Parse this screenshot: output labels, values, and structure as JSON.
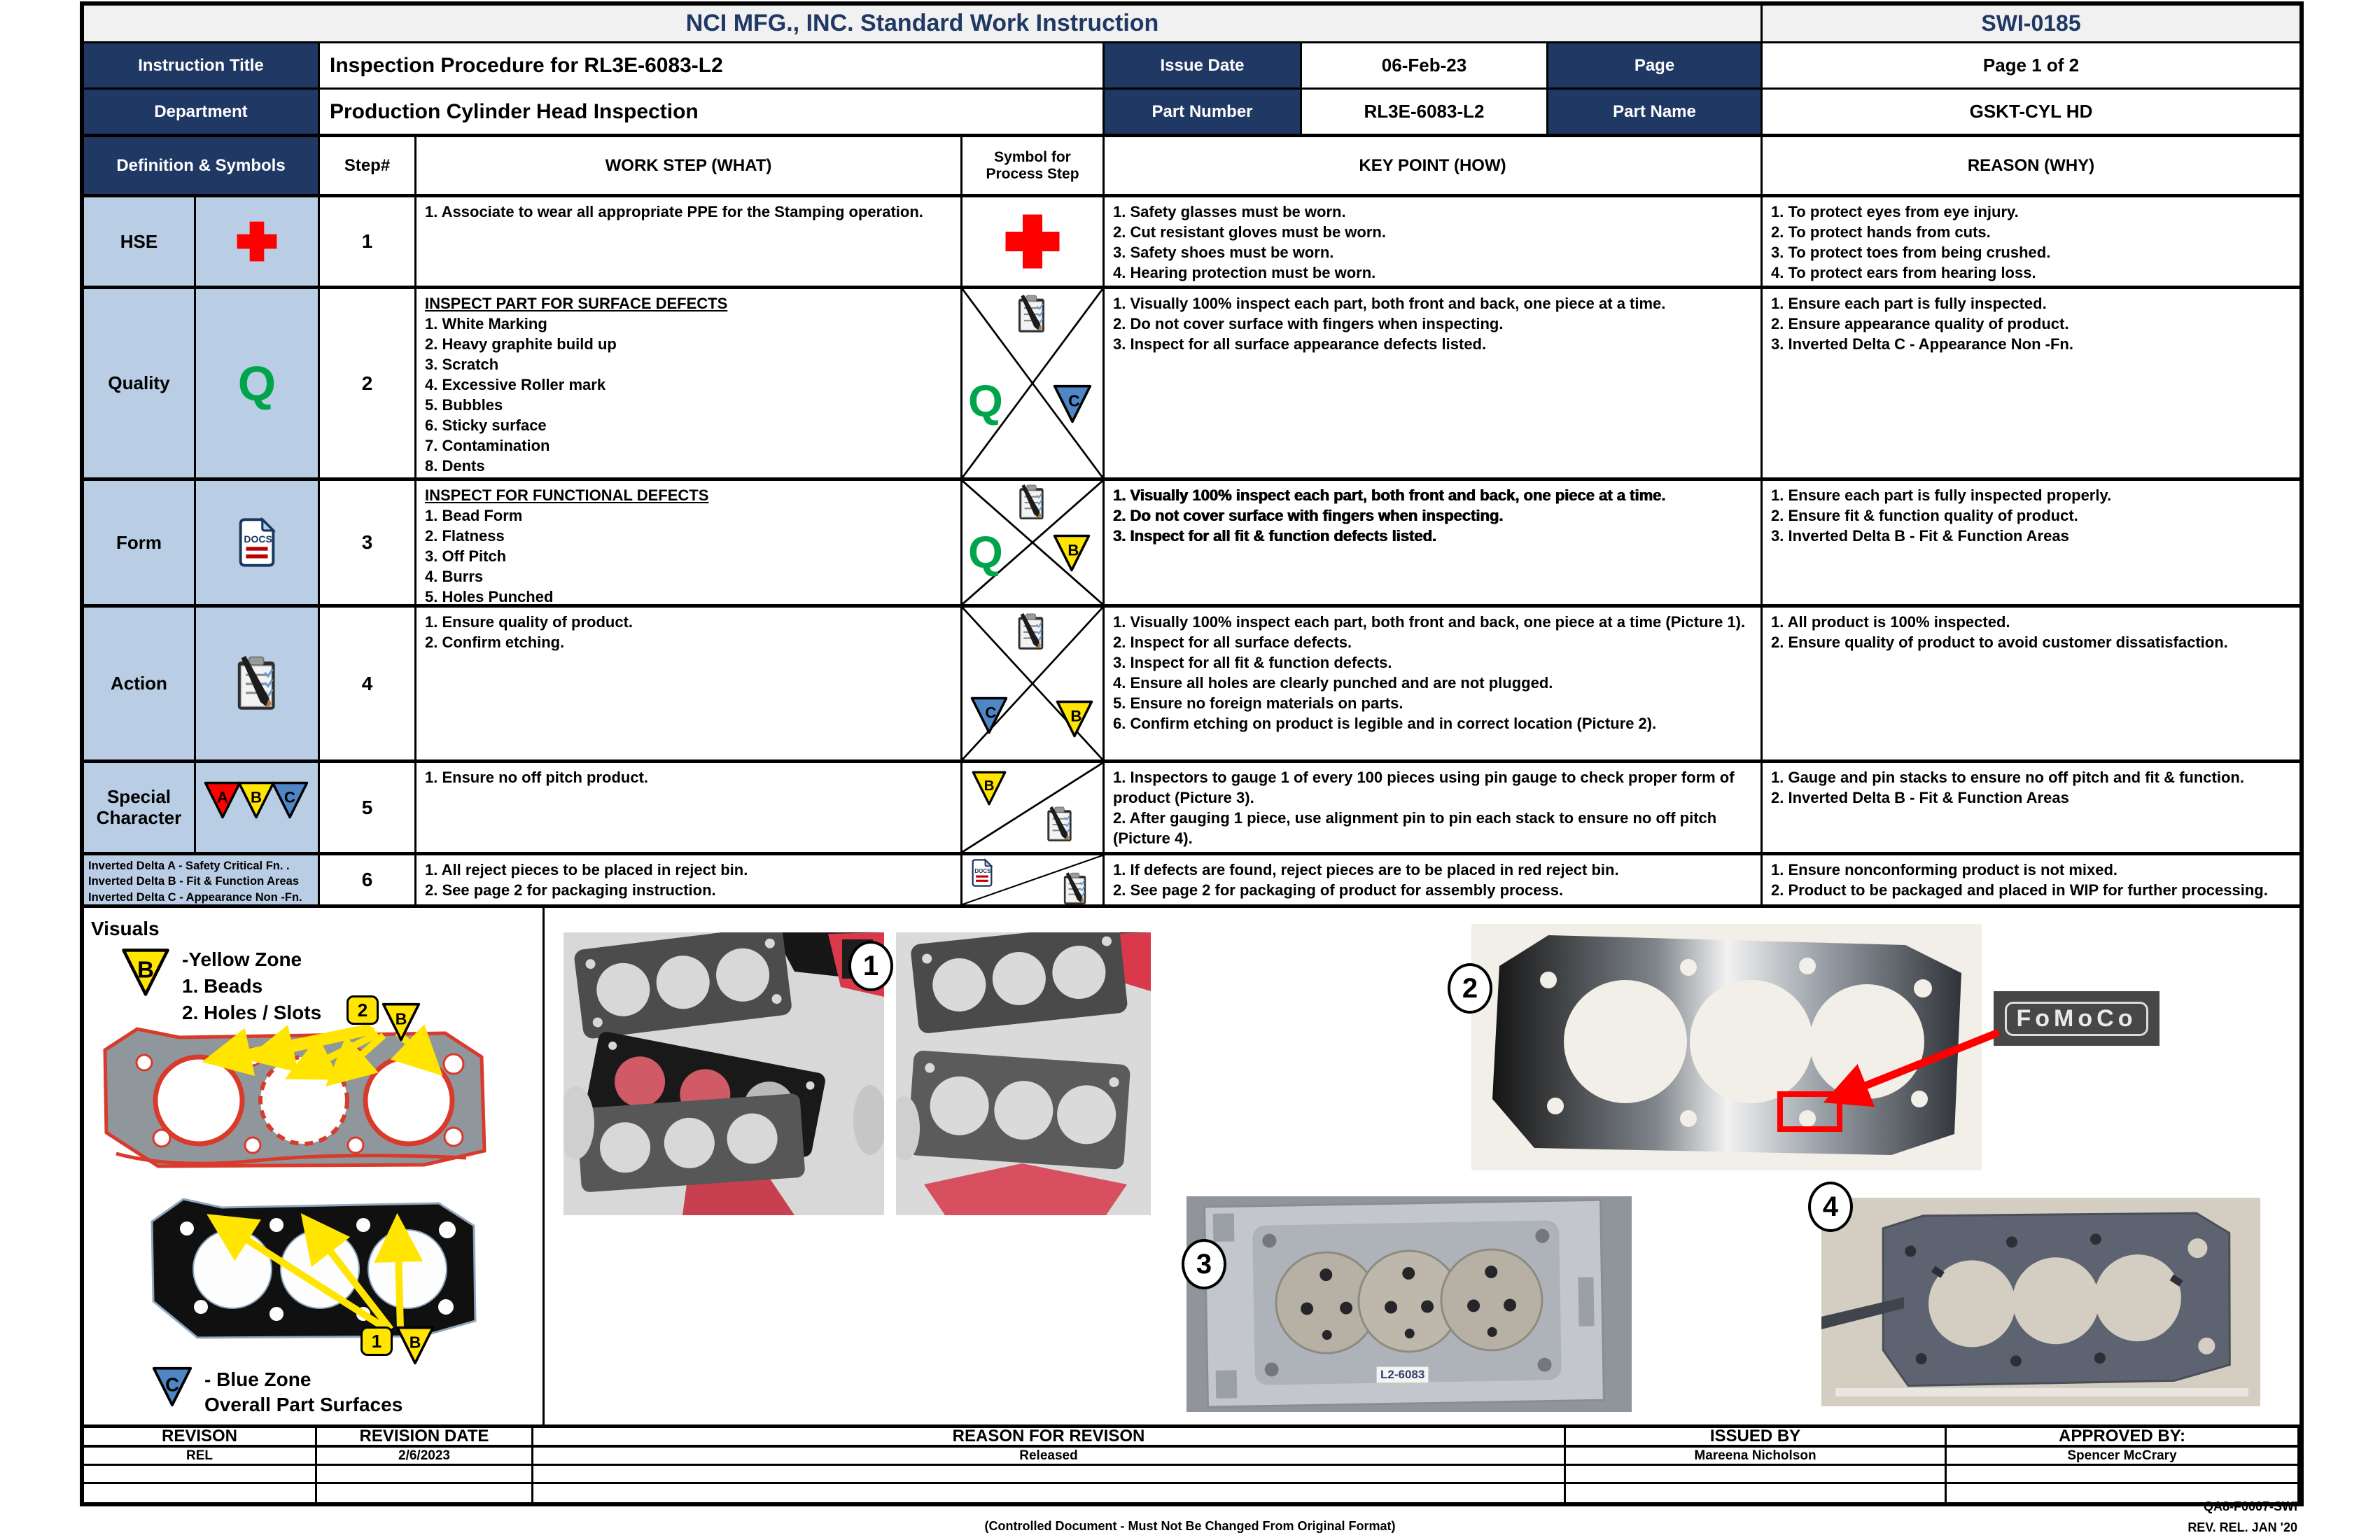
{
  "colors": {
    "navy": "#1F3864",
    "light_blue": "#B9CDE5",
    "bar_gray": "#F1F1F1",
    "red": "#FE0000",
    "green": "#00A44A",
    "yellow": "#FFE500",
    "blue": "#4F86C6"
  },
  "header": {
    "title": "NCI MFG., INC. Standard Work Instruction",
    "doc_number": "SWI-0185",
    "instruction_title_label": "Instruction Title",
    "instruction_title": "Inspection Procedure for RL3E-6083-L2",
    "issue_date_label": "Issue Date",
    "issue_date": "06-Feb-23",
    "page_label": "Page",
    "page": "Page 1 of 2",
    "department_label": "Department",
    "department": "Production Cylinder Head Inspection",
    "part_number_label": "Part Number",
    "part_number": "RL3E-6083-L2",
    "part_name_label": "Part Name",
    "part_name": "GSKT-CYL HD"
  },
  "columns": {
    "definition_symbols": "Definition & Symbols",
    "step": "Step#",
    "work_step": "WORK STEP (WHAT)",
    "symbol": "Symbol for Process Step",
    "key_point": "KEY POINT (HOW)",
    "reason": "REASON (WHY)"
  },
  "symbols": {
    "q": "Q",
    "a": "A",
    "b": "B",
    "c": "C",
    "docs": "DOCS"
  },
  "steps": [
    {
      "category": "HSE",
      "number": "1",
      "work": [
        "1. Associate to wear all appropriate PPE for the Stamping operation."
      ],
      "key": [
        "1. Safety glasses must be worn.",
        "2. Cut resistant gloves must be worn.",
        "3. Safety shoes must be worn.",
        "4. Hearing protection must be worn."
      ],
      "reason": [
        "1. To protect eyes from eye injury.",
        "2. To protect hands from cuts.",
        "3. To protect toes from being crushed.",
        "4. To protect ears from hearing loss."
      ]
    },
    {
      "category": "Quality",
      "number": "2",
      "work_title": "INSPECT PART FOR SURFACE DEFECTS",
      "work": [
        "1. White Marking",
        "2. Heavy graphite build up",
        "3. Scratch",
        "4. Excessive Roller mark",
        "5. Bubbles",
        "6. Sticky surface",
        "7. Contamination",
        "8. Dents"
      ],
      "key": [
        "1. Visually 100% inspect each part, both front and back, one piece at a time.",
        "2. Do not cover surface with fingers when inspecting.",
        "3. Inspect for all surface appearance defects listed."
      ],
      "reason": [
        "1. Ensure each part is fully inspected.",
        "2. Ensure appearance quality of product.",
        "3. Inverted Delta C  - Appearance Non -Fn."
      ]
    },
    {
      "category": "Form",
      "number": "3",
      "work_title": "INSPECT FOR FUNCTIONAL DEFECTS",
      "work": [
        "1. Bead Form",
        "2. Flatness",
        "3. Off Pitch",
        "4. Burrs",
        "5. Holes Punched"
      ],
      "key": [
        "1. Visually 100% inspect each part, both front and back, one piece at a time.",
        "2. Do not cover surface with fingers when inspecting.",
        "3. Inspect for all fit & function defects listed."
      ],
      "reason": [
        "1. Ensure each part is fully inspected properly.",
        "2. Ensure fit & function quality of product.",
        "3. Inverted Delta B - Fit & Function Areas"
      ]
    },
    {
      "category": "Action",
      "number": "4",
      "work": [
        "1. Ensure quality of product.",
        "2. Confirm etching."
      ],
      "key": [
        "1. Visually 100% inspect each part, both front and back, one piece at a time (Picture 1).",
        "2. Inspect for all surface defects.",
        "3. Inspect for all fit & function defects.",
        "4. Ensure all holes are clearly punched and are not plugged.",
        "5. Ensure no foreign materials on parts.",
        "6. Confirm etching on product is legible and in correct location (Picture 2)."
      ],
      "reason": [
        "1. All product is 100% inspected.",
        "2. Ensure quality of product to avoid customer dissatisfaction."
      ]
    },
    {
      "category": "Special Character",
      "number": "5",
      "work": [
        "1. Ensure no off pitch product."
      ],
      "key": [
        "1. Inspectors to gauge 1 of every 100 pieces using pin gauge to check proper form of product (Picture 3).",
        "2. After gauging 1 piece, use alignment pin to pin each stack to ensure no off pitch (Picture 4)."
      ],
      "reason": [
        "1. Gauge and pin stacks to ensure no off pitch and fit & function.",
        "2. Inverted Delta B - Fit & Function Areas"
      ]
    },
    {
      "category": "",
      "number": "6",
      "definitions": [
        "Inverted Delta A - Safety Critical Fn. .",
        "Inverted Delta B - Fit & Function Areas",
        "Inverted Delta C  - Appearance Non -Fn."
      ],
      "work": [
        "1. All reject pieces to be placed in reject bin.",
        "2. See page 2 for packaging instruction."
      ],
      "key": [
        "1. If defects are found, reject pieces are to be placed in red reject bin.",
        "2. See page 2 for packaging of product for assembly process."
      ],
      "reason": [
        "1. Ensure nonconforming product is not mixed.",
        "2. Product to be packaged and placed in WIP for further processing."
      ]
    }
  ],
  "visuals": {
    "label": "Visuals",
    "yellow_legend": {
      "letter": "B",
      "line1": "-Yellow Zone",
      "line2": "1. Beads",
      "line3": "2. Holes / Slots"
    },
    "blue_legend": {
      "letter": "C",
      "line1": "- Blue Zone",
      "line2": "Overall Part Surfaces"
    },
    "marker_top": {
      "number": "2",
      "letter": "B"
    },
    "marker_bottom": {
      "number": "1",
      "letter": "B"
    },
    "pictures": [
      {
        "number": "1"
      },
      {
        "number": "2",
        "inset_text": "FoMoCo"
      },
      {
        "number": "3",
        "part_label": "L2-6083"
      },
      {
        "number": "4"
      }
    ]
  },
  "revision": {
    "headers": [
      "REVISON",
      "REVISION DATE",
      "REASON FOR REVISON",
      "ISSUED BY",
      "APPROVED BY:"
    ],
    "rows": [
      {
        "rev": "REL",
        "date": "2/6/2023",
        "reason": "Released",
        "issued": "Mareena Nicholson",
        "approved": "Spencer McCrary"
      }
    ]
  },
  "footer": {
    "controlled": "(Controlled Document - Must Not Be Changed From Original Format)",
    "form_code": "QA8-F0007-SWI",
    "rev_note": "REV. REL. JAN '20"
  }
}
